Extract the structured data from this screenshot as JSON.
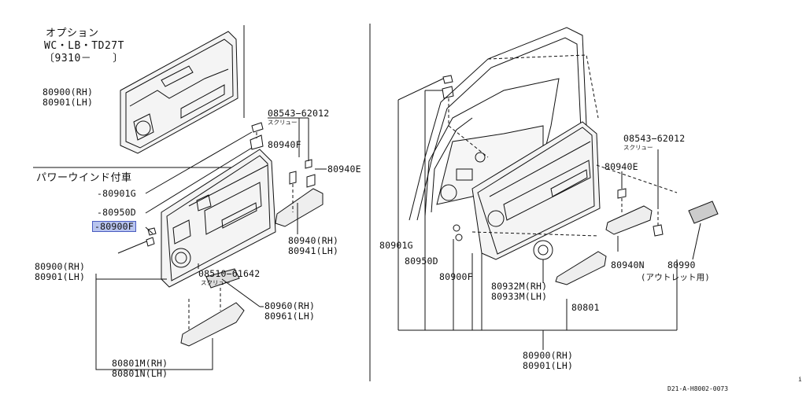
{
  "highlight_color": "#b8c4ee",
  "left": {
    "option_title": "オプション",
    "option_models": "WC・LB・TD27T",
    "option_date": "〔9310－　　〕",
    "option_part_rh": "80900(RH)",
    "option_part_lh": "80901(LH)",
    "section_title": "パワーウインド付車",
    "p_80901g": "80901G",
    "p_80950d": "80950D",
    "p_80900f": "80900F",
    "p_08543": "08543−62012",
    "p_08543_sub": "スクリュー",
    "p_80940f": "80940F",
    "p_80940e": "80940E",
    "p_80940rh": "80940(RH)",
    "p_80941lh": "80941(LH)",
    "p_08510": "08510−61642",
    "p_08510_sub": "スクリュー",
    "p_80960rh": "80960(RH)",
    "p_80961lh": "80961(LH)",
    "p_80900rh": "80900(RH)",
    "p_80901lh": "80901(LH)",
    "p_80801m": "80801M(RH)",
    "p_80801n": "80801N(LH)"
  },
  "right": {
    "p_08543": "08543−62012",
    "p_08543_sub": "スクリュー",
    "p_80940e": "80940E",
    "p_80901g": "80901G",
    "p_80950d": "80950D",
    "p_80900f": "80900F",
    "p_80932m": "80932M(RH)",
    "p_80933m": "80933M(LH)",
    "p_80801": "80801",
    "p_80940n": "80940N",
    "p_80990": "80990",
    "p_80990_sub": "(アウトレット用)",
    "p_80900rh": "80900(RH)",
    "p_80901lh": "80901(LH)"
  },
  "diagram_code": "D21-A-H8002-0073",
  "corner_mark": "i"
}
